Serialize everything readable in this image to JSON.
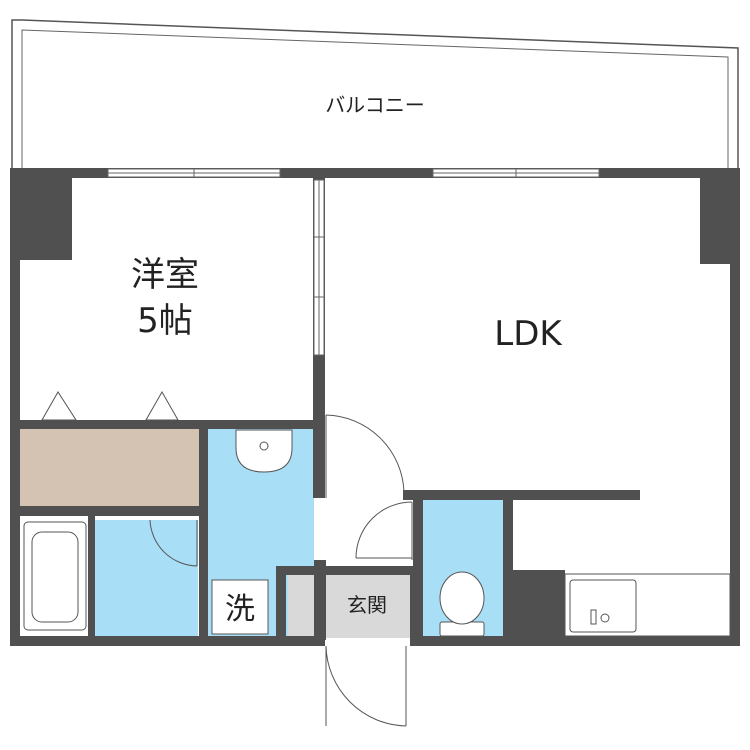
{
  "rooms": {
    "balcony": "バルコニー",
    "western_room_name": "洋室",
    "western_room_size": "5帖",
    "ldk": "LDK",
    "laundry": "洗",
    "entrance": "玄関"
  },
  "colors": {
    "wall": "#505050",
    "water_area": "#a8dff6",
    "closet": "#d4c3b2",
    "entrance_floor": "#d9d9d9",
    "floor": "#ffffff",
    "line": "#444444"
  }
}
